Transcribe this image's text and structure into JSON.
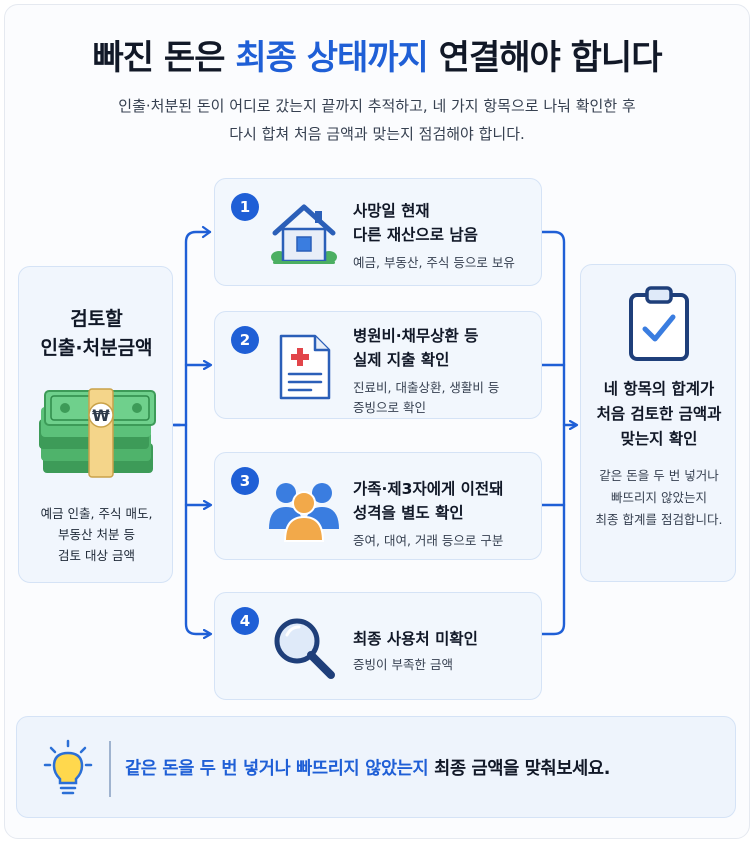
{
  "title": {
    "part1": "빠진 돈은 ",
    "highlight": "최종 상태까지",
    "part2": " 연결해야 합니다"
  },
  "subtitle": {
    "line1": "인출·처분된 돈이 어디로 갔는지 끝까지 추적하고, 네 가지 항목으로 나눠 확인한 후",
    "line2": "다시 합쳐 처음 금액과 맞는지 점검해야 합니다."
  },
  "left": {
    "title_line1": "검토할",
    "title_line2": "인출·처분금액",
    "desc_line1": "예금 인출, 주식 매도,",
    "desc_line2": "부동산 처분 등",
    "desc_line3": "검토 대상 금액",
    "icon": "money-stack-icon"
  },
  "steps": [
    {
      "num": "1",
      "title_line1": "사망일 현재",
      "title_line2": "다른 재산으로 남음",
      "desc_line1": "예금, 부동산, 주식 등으로 보유",
      "desc_line2": "",
      "icon": "house-icon"
    },
    {
      "num": "2",
      "title_line1": "병원비·채무상환 등",
      "title_line2": "실제 지출 확인",
      "desc_line1": "진료비, 대출상환, 생활비 등",
      "desc_line2": "증빙으로 확인",
      "icon": "medical-document-icon"
    },
    {
      "num": "3",
      "title_line1": "가족·제3자에게 이전돼",
      "title_line2": "성격을 별도 확인",
      "desc_line1": "증여, 대여, 거래 등으로 구분",
      "desc_line2": "",
      "icon": "people-icon"
    },
    {
      "num": "4",
      "title_line1": "최종 사용처 미확인",
      "title_line2": "",
      "desc_line1": "증빙이 부족한 금액",
      "desc_line2": "",
      "icon": "magnifier-icon"
    }
  ],
  "right": {
    "title_line1": "네 항목의 합계가",
    "title_line2": "처음 검토한 금액과",
    "title_line3": "맞는지 확인",
    "desc_line1": "같은 돈을 두 번 넣거나",
    "desc_line2": "빠뜨리지 않았는지",
    "desc_line3": "최종 합계를 점검합니다.",
    "icon": "clipboard-check-icon"
  },
  "bottom": {
    "highlight": "같은 돈을 두 번 넣거나 빠뜨리지 않았는지",
    "rest": " 최종 금액을 맞춰보세요.",
    "icon": "lightbulb-icon"
  },
  "colors": {
    "accent": "#1f5fd6",
    "card_bg": "#f1f6fd",
    "card_border": "#d5e3f6"
  }
}
